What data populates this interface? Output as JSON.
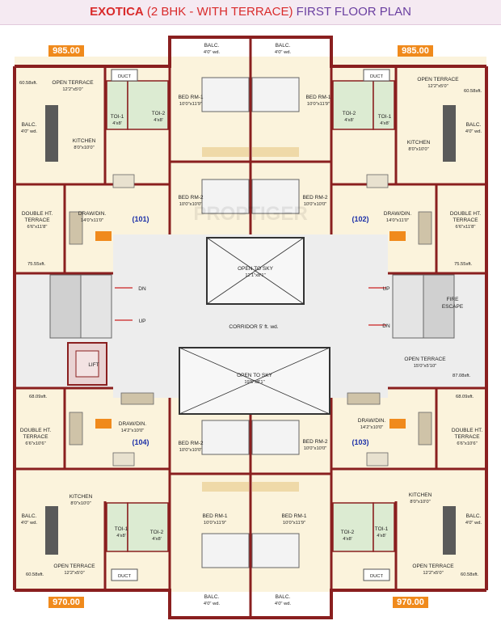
{
  "header": {
    "brand": "EXOTICA",
    "subtitle": "(2 BHK - WITH TERRACE)",
    "title": "FIRST FLOOR PLAN"
  },
  "colors": {
    "wall": "#8a1f1f",
    "floor": "#fbf3dc",
    "common": "#ededed",
    "open_sky": "#f7f7f7",
    "badge": "#f08a1c",
    "unit_label": "#1b2fa8",
    "toilet": "#dcebd2",
    "door": "#2a7d2a"
  },
  "watermark": "PROPTIGER",
  "areas": {
    "top_left": "985.00",
    "top_right": "985.00",
    "bottom_left": "970.00",
    "bottom_right": "970.00"
  },
  "units": {
    "u101": "(101)",
    "u102": "(102)",
    "u103": "(103)",
    "u104": "(104)"
  },
  "rooms": {
    "balc_top_l": {
      "name": "BALC.",
      "dim": "4'0\" wd."
    },
    "balc_top_r": {
      "name": "BALC.",
      "dim": "4'0\" wd."
    },
    "duct_tl": "DUCT",
    "duct_tr": "DUCT",
    "duct_bl": "DUCT",
    "duct_br": "DUCT",
    "terrace_tl": {
      "name": "OPEN TERRACE",
      "dim": "12'2\"x5'0\"",
      "sft": "60.58sft."
    },
    "terrace_tr": {
      "name": "OPEN TERRACE",
      "dim": "12'2\"x5'0\"",
      "sft": "60.58sft."
    },
    "bed1_tl": {
      "name": "BED RM-1",
      "dim": "10'0\"x11'9\""
    },
    "bed1_tr": {
      "name": "BED RM-1",
      "dim": "10'0\"x11'9\""
    },
    "toi1_tl": {
      "name": "TOI-1",
      "dim": "4'x8'"
    },
    "toi2_tl": {
      "name": "TOI-2",
      "dim": "4'x8'"
    },
    "toi1_tr": {
      "name": "TOI-1",
      "dim": "4'x8'"
    },
    "toi2_tr": {
      "name": "TOI-2",
      "dim": "4'x8'"
    },
    "balc_side_tl": {
      "name": "BALC.",
      "dim": "4'0\" wd."
    },
    "balc_side_tr": {
      "name": "BALC.",
      "dim": "4'0\" wd."
    },
    "kitchen_tl": {
      "name": "KITCHEN",
      "dim": "8'0\"x10'0\""
    },
    "kitchen_tr": {
      "name": "KITCHEN",
      "dim": "8'0\"x10'0\""
    },
    "bed2_tl": {
      "name": "BED RM-2",
      "dim": "10'0\"x10'0\""
    },
    "bed2_tr": {
      "name": "BED RM-2",
      "dim": "10'0\"x10'0\""
    },
    "draw_tl": {
      "name": "DRAW/DIN.",
      "dim": "14'0\"x11'0\""
    },
    "draw_tr": {
      "name": "DRAW/DIN.",
      "dim": "14'0\"x11'0\""
    },
    "dht_tl": {
      "name1": "DOUBLE HT.",
      "name2": "TERRACE",
      "dim": "6'6\"x11'8\"",
      "sft": "75.55sft."
    },
    "dht_tr": {
      "name1": "DOUBLE HT.",
      "name2": "TERRACE",
      "dim": "6'6\"x11'8\"",
      "sft": "75.55sft."
    },
    "open_sky_top": {
      "name": "OPEN TO SKY",
      "dim": "12'1\"x8'1\""
    },
    "open_sky_mid": {
      "name": "OPEN TO SKY",
      "dim": "19'6\"x8'1\""
    },
    "corridor": "CORRIDOR 5' ft. wd.",
    "dn_left": "DN",
    "up_left": "UP",
    "up_right": "UP",
    "dn_right": "DN",
    "fire_escape": {
      "l1": "FIRE",
      "l2": "ESCAPE"
    },
    "lift": "LIFT",
    "open_terrace_mid": {
      "name": "OPEN TERRACE",
      "dim": "15'0\"x5'10\"",
      "sft": "87.08sft."
    },
    "sft_bl_top": "68.09sft.",
    "sft_br_top": "68.09sft.",
    "draw_bl": {
      "name": "DRAW/DIN.",
      "dim": "14'2\"x10'0\""
    },
    "draw_br": {
      "name": "DRAW/DIN.",
      "dim": "14'2\"x10'0\""
    },
    "dht_bl": {
      "name1": "DOUBLE HT.",
      "name2": "TERRACE",
      "dim": "6'6\"x10'6\""
    },
    "dht_br": {
      "name1": "DOUBLE HT.",
      "name2": "TERRACE",
      "dim": "6'6\"x10'6\""
    },
    "bed2_bl": {
      "name": "BED RM-2",
      "dim": "10'0\"x10'0\""
    },
    "bed2_br": {
      "name": "BED RM-2",
      "dim": "10'0\"x10'0\""
    },
    "kitchen_bl": {
      "name": "KITCHEN",
      "dim": "8'0\"x10'0\""
    },
    "kitchen_br": {
      "name": "KITCHEN",
      "dim": "8'0\"x10'0\""
    },
    "balc_side_bl": {
      "name": "BALC.",
      "dim": "4'0\" wd."
    },
    "balc_side_br": {
      "name": "BALC.",
      "dim": "4'0\" wd."
    },
    "bed1_bl": {
      "name": "BED RM-1",
      "dim": "10'0\"x11'9\""
    },
    "bed1_br": {
      "name": "BED RM-1",
      "dim": "10'0\"x11'9\""
    },
    "toi1_bl": {
      "name": "TOI-1",
      "dim": "4'x8'"
    },
    "toi2_bl": {
      "name": "TOI-2",
      "dim": "4'x8'"
    },
    "toi1_br": {
      "name": "TOI-1",
      "dim": "4'x8'"
    },
    "toi2_br": {
      "name": "TOI-2",
      "dim": "4'x8'"
    },
    "terrace_bl": {
      "name": "OPEN TERRACE",
      "dim": "12'2\"x5'0\"",
      "sft": "60.58sft."
    },
    "terrace_br": {
      "name": "OPEN TERRACE",
      "dim": "12'2\"x5'0\"",
      "sft": "60.58sft."
    },
    "balc_bot_l": {
      "name": "BALC.",
      "dim": "4'0\" wd."
    },
    "balc_bot_r": {
      "name": "BALC.",
      "dim": "4'0\" wd."
    }
  }
}
